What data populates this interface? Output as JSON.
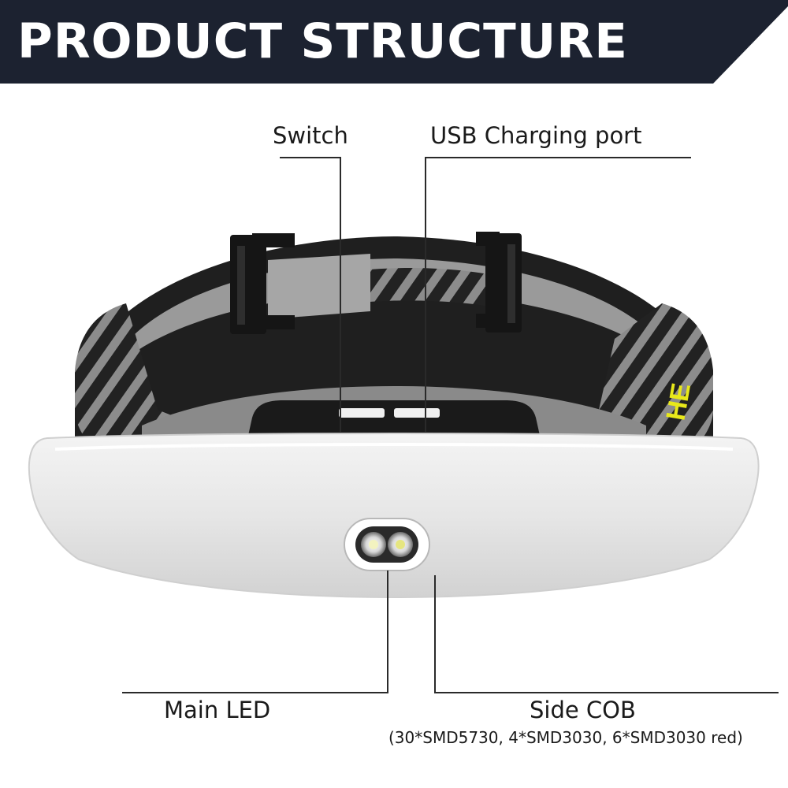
{
  "banner": {
    "title": "PRODUCT STRUCTURE",
    "background": "#1c2230"
  },
  "callouts": {
    "switch": "Switch",
    "usb_port": "USB Charging port",
    "main_led": "Main LED",
    "side_cob": "Side COB",
    "side_cob_spec": "(30*SMD5730, 4*SMD3030, 6*SMD3030 red)"
  },
  "strap_print": "HE",
  "colors": {
    "strap_dark": "#1e1e1e",
    "strap_grey": "#8a8a8a",
    "body_white": "#ececec",
    "print_yellow": "#e8e81a"
  }
}
